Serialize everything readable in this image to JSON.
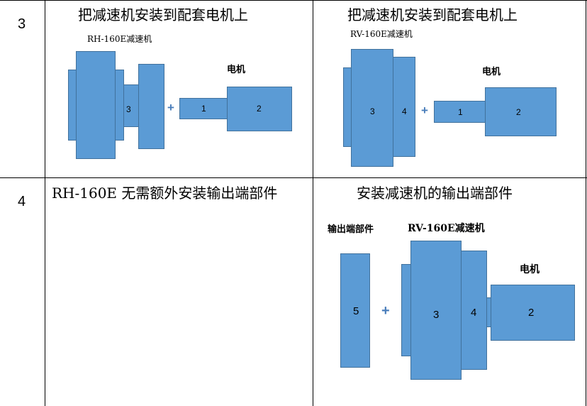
{
  "rows": [
    {
      "number": "3",
      "left": {
        "title": "把减速机安装到配套电机上",
        "diagram": {
          "reducer_label": "RH-160E减速机",
          "motor_label": "电机",
          "plus": "+",
          "part_numbers": [
            "3",
            "1",
            "2"
          ]
        }
      },
      "right": {
        "title": "把减速机安装到配套电机上",
        "diagram": {
          "reducer_label": "RV-160E减速机",
          "motor_label": "电机",
          "plus": "+",
          "part_numbers": [
            "3",
            "4",
            "1",
            "2"
          ]
        }
      }
    },
    {
      "number": "4",
      "left": {
        "title": "RH-160E 无需额外安装输出端部件"
      },
      "right": {
        "title": "安装减速机的输出端部件",
        "diagram": {
          "output_label": "输出端部件",
          "reducer_label": "RV-160E减速机",
          "motor_label": "电机",
          "plus": "+",
          "part_numbers": [
            "5",
            "3",
            "4",
            "2"
          ]
        }
      }
    }
  ],
  "colors": {
    "block_fill": "#5b9bd5",
    "block_border": "#41719c",
    "plus": "#4a7ebb"
  }
}
